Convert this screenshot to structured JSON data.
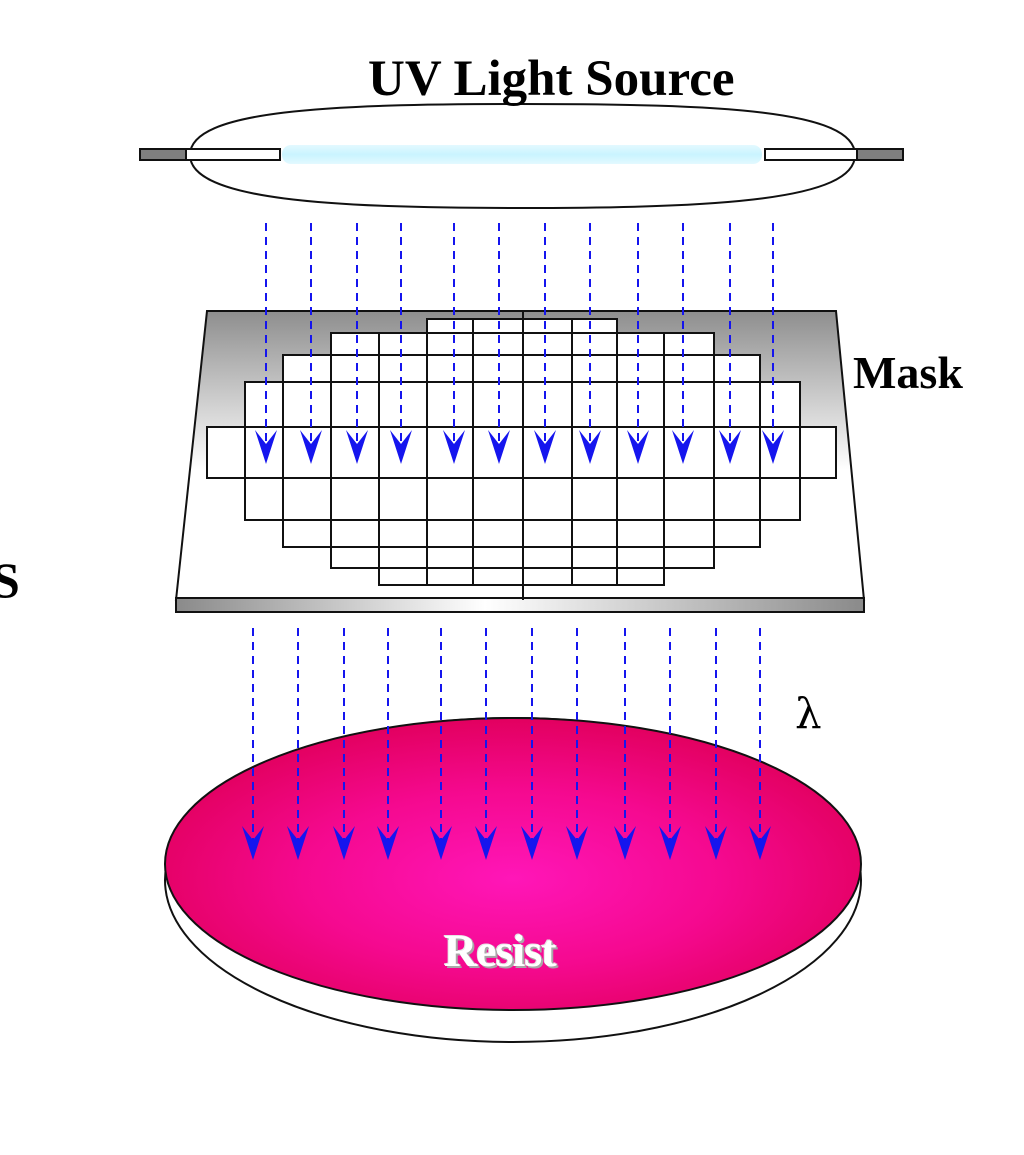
{
  "labels": {
    "title": "UV Light Source",
    "mask": "Mask",
    "wavelength": "λ",
    "edge_letter": "S",
    "resist": "Resist"
  },
  "colors": {
    "arrow": "#1515ee",
    "resist_center": "#ff16b8",
    "resist_edge": "#e2005f",
    "mask_frame_dark": "#8a8a8a",
    "mask_frame_light": "#ffffff",
    "lamp_glow": "#c9f4ff"
  }
}
